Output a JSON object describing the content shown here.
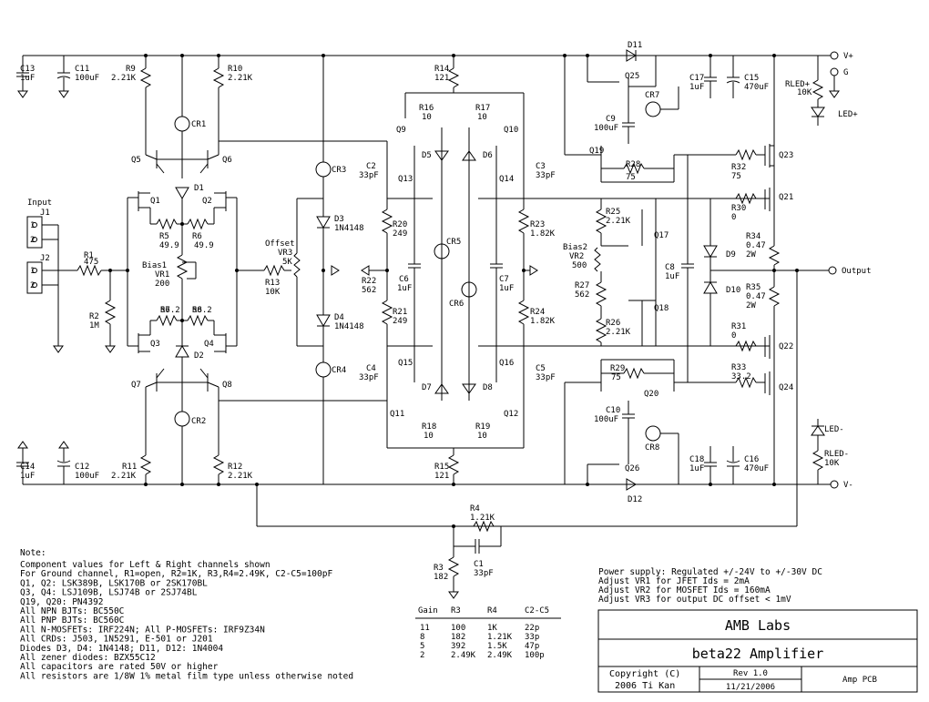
{
  "components": {
    "C13": {
      "ref": "C13",
      "val": "1uF"
    },
    "C11": {
      "ref": "C11",
      "val": "100uF"
    },
    "R9": {
      "ref": "R9",
      "val": "2.21K"
    },
    "R10": {
      "ref": "R10",
      "val": "2.21K"
    },
    "CR1": {
      "ref": "CR1"
    },
    "Q5": {
      "ref": "Q5"
    },
    "Q6": {
      "ref": "Q6"
    },
    "Q1": {
      "ref": "Q1"
    },
    "Q2": {
      "ref": "Q2"
    },
    "D1": {
      "ref": "D1"
    },
    "R5": {
      "ref": "R5",
      "val": "49.9"
    },
    "R6": {
      "ref": "R6",
      "val": "49.9"
    },
    "input": {
      "title": "Input",
      "j1": "J1",
      "j2": "J2",
      "p1": "1",
      "p2": "2"
    },
    "R1": {
      "ref": "R1",
      "val": "475"
    },
    "R2": {
      "ref": "R2",
      "val": "1M"
    },
    "VR1": {
      "ref1": "Bias1",
      "ref2": "VR1",
      "val": "200"
    },
    "R7": {
      "ref": "R7",
      "val": "56.2"
    },
    "R8": {
      "ref": "R8",
      "val": "56.2"
    },
    "Q3": {
      "ref": "Q3"
    },
    "Q4": {
      "ref": "Q4"
    },
    "D2": {
      "ref": "D2"
    },
    "Q7": {
      "ref": "Q7"
    },
    "Q8": {
      "ref": "Q8"
    },
    "CR2": {
      "ref": "CR2"
    },
    "C14": {
      "ref": "C14",
      "val": "1uF"
    },
    "C12": {
      "ref": "C12",
      "val": "100uF"
    },
    "R11": {
      "ref": "R11",
      "val": "2.21K"
    },
    "R12": {
      "ref": "R12",
      "val": "2.21K"
    },
    "VR3": {
      "ref1": "Offset",
      "ref2": "VR3",
      "val": "5K"
    },
    "R13": {
      "ref": "R13",
      "val": "10K"
    },
    "CR3": {
      "ref": "CR3"
    },
    "CR4": {
      "ref": "CR4"
    },
    "D3": {
      "ref": "D3",
      "val": "1N4148"
    },
    "D4": {
      "ref": "D4",
      "val": "1N4148"
    },
    "R22": {
      "ref": "R22",
      "val": "562"
    },
    "R14": {
      "ref": "R14",
      "val": "121"
    },
    "R15": {
      "ref": "R15",
      "val": "121"
    },
    "R16": {
      "ref": "R16",
      "val": "10"
    },
    "R17": {
      "ref": "R17",
      "val": "10"
    },
    "R18": {
      "ref": "R18",
      "val": "10"
    },
    "R19": {
      "ref": "R19",
      "val": "10"
    },
    "Q9": {
      "ref": "Q9"
    },
    "Q10": {
      "ref": "Q10"
    },
    "Q11": {
      "ref": "Q11"
    },
    "Q12": {
      "ref": "Q12"
    },
    "Q13": {
      "ref": "Q13"
    },
    "Q14": {
      "ref": "Q14"
    },
    "Q15": {
      "ref": "Q15"
    },
    "Q16": {
      "ref": "Q16"
    },
    "D5": {
      "ref": "D5"
    },
    "D6": {
      "ref": "D6"
    },
    "D7": {
      "ref": "D7"
    },
    "D8": {
      "ref": "D8"
    },
    "C2": {
      "ref": "C2",
      "val": "33pF"
    },
    "C3": {
      "ref": "C3",
      "val": "33pF"
    },
    "C4": {
      "ref": "C4",
      "val": "33pF"
    },
    "C5": {
      "ref": "C5",
      "val": "33pF"
    },
    "C6": {
      "ref": "C6",
      "val": "1uF"
    },
    "C7": {
      "ref": "C7",
      "val": "1uF"
    },
    "R20": {
      "ref": "R20",
      "val": "249"
    },
    "R21": {
      "ref": "R21",
      "val": "249"
    },
    "R23": {
      "ref": "R23",
      "val": "1.82K"
    },
    "R24": {
      "ref": "R24",
      "val": "1.82K"
    },
    "CR5": {
      "ref": "CR5"
    },
    "CR6": {
      "ref": "CR6"
    },
    "D11": {
      "ref": "D11"
    },
    "D12": {
      "ref": "D12"
    },
    "Q25": {
      "ref": "Q25"
    },
    "Q26": {
      "ref": "Q26"
    },
    "CR7": {
      "ref": "CR7"
    },
    "CR8": {
      "ref": "CR8"
    },
    "C9": {
      "ref": "C9",
      "val": "100uF"
    },
    "C10": {
      "ref": "C10",
      "val": "100uF"
    },
    "C17": {
      "ref": "C17",
      "val": "1uF"
    },
    "C15": {
      "ref": "C15",
      "val": "470uF"
    },
    "C18": {
      "ref": "C18",
      "val": "1uF"
    },
    "C16": {
      "ref": "C16",
      "val": "470uF"
    },
    "Q19": {
      "ref": "Q19"
    },
    "Q20": {
      "ref": "Q20"
    },
    "R28": {
      "ref": "R28",
      "val": "75"
    },
    "R29": {
      "ref": "R29",
      "val": "75"
    },
    "R25": {
      "ref": "R25",
      "val": "2.21K"
    },
    "R26": {
      "ref": "R26",
      "val": "2.21K"
    },
    "R27": {
      "ref": "R27",
      "val": "562"
    },
    "VR2": {
      "ref1": "Bias2",
      "ref2": "VR2",
      "val": "500"
    },
    "Q17": {
      "ref": "Q17"
    },
    "Q18": {
      "ref": "Q18"
    },
    "C8": {
      "ref": "C8",
      "val": "1uF"
    },
    "D9": {
      "ref": "D9"
    },
    "D10": {
      "ref": "D10"
    },
    "R32": {
      "ref": "R32",
      "val": "75"
    },
    "R30": {
      "ref": "R30",
      "val": "0"
    },
    "R31": {
      "ref": "R31",
      "val": "0"
    },
    "R33": {
      "ref": "R33",
      "val": "33.2"
    },
    "Q21": {
      "ref": "Q21"
    },
    "Q22": {
      "ref": "Q22"
    },
    "Q23": {
      "ref": "Q23"
    },
    "Q24": {
      "ref": "Q24"
    },
    "R34": {
      "ref": "R34",
      "val": "0.47",
      "val2": "2W"
    },
    "R35": {
      "ref": "R35",
      "val": "0.47",
      "val2": "2W"
    },
    "RLEDp": {
      "ref": "RLED+",
      "val": "10K"
    },
    "RLEDm": {
      "ref": "RLED-",
      "val": "10K"
    },
    "LEDp": {
      "ref": "LED+"
    },
    "LEDm": {
      "ref": "LED-"
    },
    "R4": {
      "ref": "R4",
      "val": "1.21K"
    },
    "R3": {
      "ref": "R3",
      "val": "182"
    },
    "C1": {
      "ref": "C1",
      "val": "33pF"
    }
  },
  "terminals": {
    "vplus": "V+",
    "g": "G",
    "vminus": "V-",
    "output": "Output"
  },
  "notes": {
    "title": "Note:",
    "lines": [
      "Component values for Left & Right channels shown",
      "For Ground channel, R1=open, R2=1K, R3,R4=2.49K, C2-C5=100pF",
      "Q1, Q2: LSK389B, LSK170B or 2SK170BL",
      "Q3, Q4: LSJ109B, LSJ74B or 2SJ74BL",
      "Q19, Q20: PN4392",
      "All NPN BJTs: BC550C",
      "All PNP BJTs: BC560C",
      "All N-MOSFETs: IRF224N; All P-MOSFETs: IRF9Z34N",
      "All CRDs: J503, 1N5291, E-501 or J201",
      "Diodes D3, D4: 1N4148; D11, D12: 1N4004",
      "All zener diodes: BZX55C12",
      "All capacitors are rated 50V or higher",
      "All resistors are 1/8W 1% metal film type unless otherwise noted"
    ]
  },
  "gain_table": {
    "headers": [
      "Gain",
      "R3",
      "R4",
      "C2-C5"
    ],
    "rows": [
      [
        "11",
        "100",
        "1K",
        "22p"
      ],
      [
        "8",
        "182",
        "1.21K",
        "33p"
      ],
      [
        "5",
        "392",
        "1.5K",
        "47p"
      ],
      [
        "2",
        "2.49K",
        "2.49K",
        "100p"
      ]
    ]
  },
  "power_notes": [
    "Power supply: Regulated +/-24V to +/-30V DC",
    "Adjust VR1 for JFET Ids = 2mA",
    "Adjust VR2 for MOSFET Ids = 160mA",
    "Adjust VR3 for output DC offset < 1mV"
  ],
  "title_block": {
    "company": "AMB Labs",
    "title": "beta22 Amplifier",
    "copyright1": "Copyright (C)",
    "copyright2": "2006 Ti Kan",
    "rev": "Rev 1.0",
    "date": "11/21/2006",
    "sheet": "Amp PCB"
  }
}
